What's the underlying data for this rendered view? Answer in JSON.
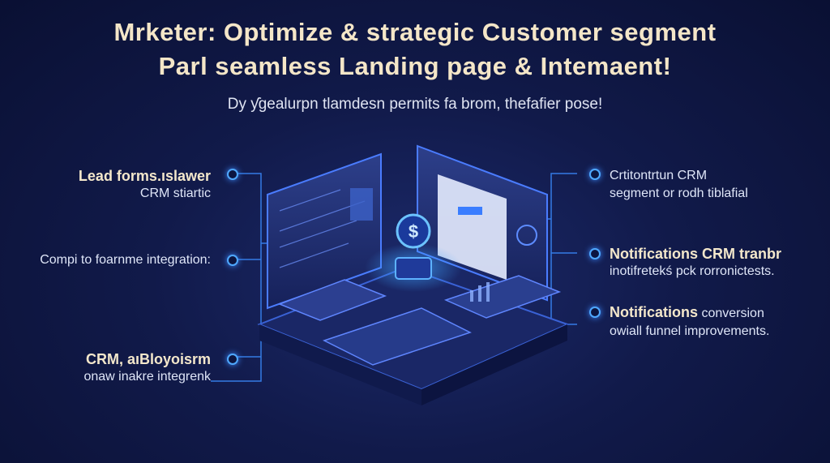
{
  "header": {
    "title_line1": "Mrketer: Optimize & strategic Customer segment",
    "title_line2": "Parl seamless Landing page & Intemaent!",
    "subtitle": "Dy ƴgealurpn tlamdesn permits fa brom, thefafier pose!"
  },
  "callouts_left": [
    {
      "head": "Lead forms.ıslawer",
      "line": "CRM stiartic"
    },
    {
      "head": "",
      "line": "Compi to foarnme integration:"
    },
    {
      "head": "CRM, aıBloyoisrm",
      "line": "onaw inakre integrenk"
    }
  ],
  "callouts_right": [
    {
      "head": "",
      "line1": "Crtitontrtun CRM",
      "line2": "segment or rodh tiblafial"
    },
    {
      "head": "Notifications CRM tranbr",
      "line1": "inotifretekś pck rorronictests.",
      "line2": ""
    },
    {
      "head": "Notifications",
      "head_rest": " conversion",
      "line1": "owiall funnel improvements.",
      "line2": ""
    }
  ],
  "center_icon": "dollar-coin-icon",
  "colors": {
    "background": "#111a4a",
    "accent": "#4fa8ff",
    "title": "#f4e6c8"
  }
}
